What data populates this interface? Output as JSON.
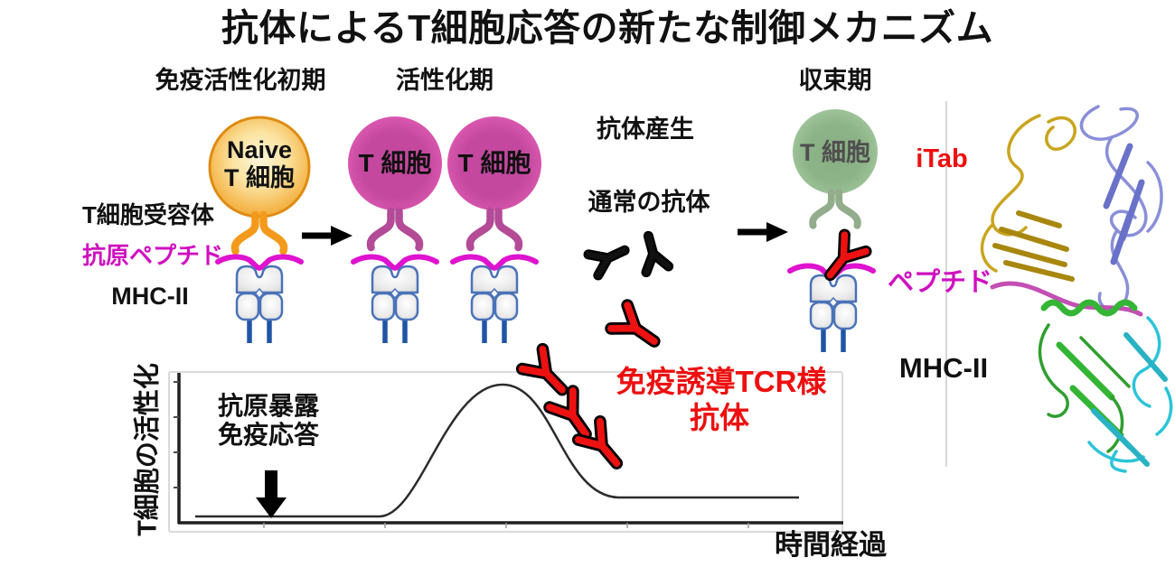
{
  "title": "抗体によるT細胞応答の新たな制御メカニズム",
  "phases": {
    "early": "免疫活性化初期",
    "activation": "活性化期",
    "resolution": "収束期"
  },
  "labels": {
    "antibody_production": "抗体産生",
    "normal_antibody": "通常の抗体",
    "tcr": "T細胞受容体",
    "antigen_peptide": "抗原ペプチド",
    "mhc_left": "MHC-II",
    "itab": "iTab",
    "peptide_right": "ペプチド",
    "mhc_right": "MHC-II",
    "induced_ab_line1": "免疫誘導TCR様",
    "induced_ab_line2": "抗体"
  },
  "cells": {
    "naive_line1": "Naive",
    "naive_line2": "T 細胞",
    "activated1": "T 細胞",
    "activated2": "T 細胞",
    "resolving": "T 細胞"
  },
  "graph": {
    "ylabel": "T細胞の活性化",
    "xlabel": "時間経過",
    "annotation_line1": "抗原暴露",
    "annotation_line2": "免疫応答"
  },
  "icons": {
    "antibody_icon": "Y-shape",
    "down_arrow_icon": "▼",
    "right_arrow_icon": "→"
  },
  "colors": {
    "accent_red": "#ed0f0f",
    "peptide_magenta": "#df12cf",
    "naive_cell_orange": "#f2a93b",
    "activated_cell_pink": "#d856ae",
    "resolving_cell_green": "#9fc49a",
    "tcr_orange": "#f39a1c",
    "tcr_pink": "#b34b97",
    "tcr_green": "#92ac8c",
    "mhc_outline_blue": "#4a72b8",
    "mhc_leg_blue": "#2055a5",
    "antibody_black": "#111111",
    "curve_black": "#2b2b2b"
  },
  "chart_data": {
    "type": "line",
    "title": "",
    "xlabel": "時間経過",
    "ylabel": "T細胞の活性化",
    "x": [
      0,
      1,
      2,
      2.8,
      3.4,
      3.9,
      4.3,
      4.7,
      5.1,
      5.6,
      6.1,
      6.6,
      7.2,
      8.5,
      10
    ],
    "values": [
      0.02,
      0.02,
      0.02,
      0.05,
      0.18,
      0.45,
      0.78,
      1.0,
      0.88,
      0.55,
      0.28,
      0.16,
      0.13,
      0.13,
      0.13
    ],
    "annotations": [
      {
        "x": 1.2,
        "text": "抗原暴露 免疫応答",
        "marker": "down-arrow"
      },
      {
        "x": 5.5,
        "text": "免疫誘導TCR様抗体",
        "color": "#ed0f0f"
      }
    ],
    "grid": false,
    "legend": "none",
    "ylim": [
      0,
      1.1
    ]
  }
}
